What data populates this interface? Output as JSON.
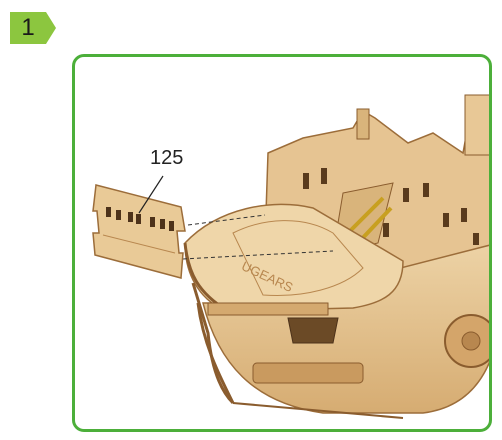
{
  "step": {
    "number": "1"
  },
  "callout": {
    "part_number": "125"
  },
  "panel": {
    "engraving_text": "UGEARS"
  },
  "colors": {
    "accent_green": "#4caf3a",
    "badge_green": "#8cc63f",
    "wood": "#e2c08f",
    "wood_dark": "#b8874f"
  },
  "icons": [
    "step-arrow-badge"
  ]
}
